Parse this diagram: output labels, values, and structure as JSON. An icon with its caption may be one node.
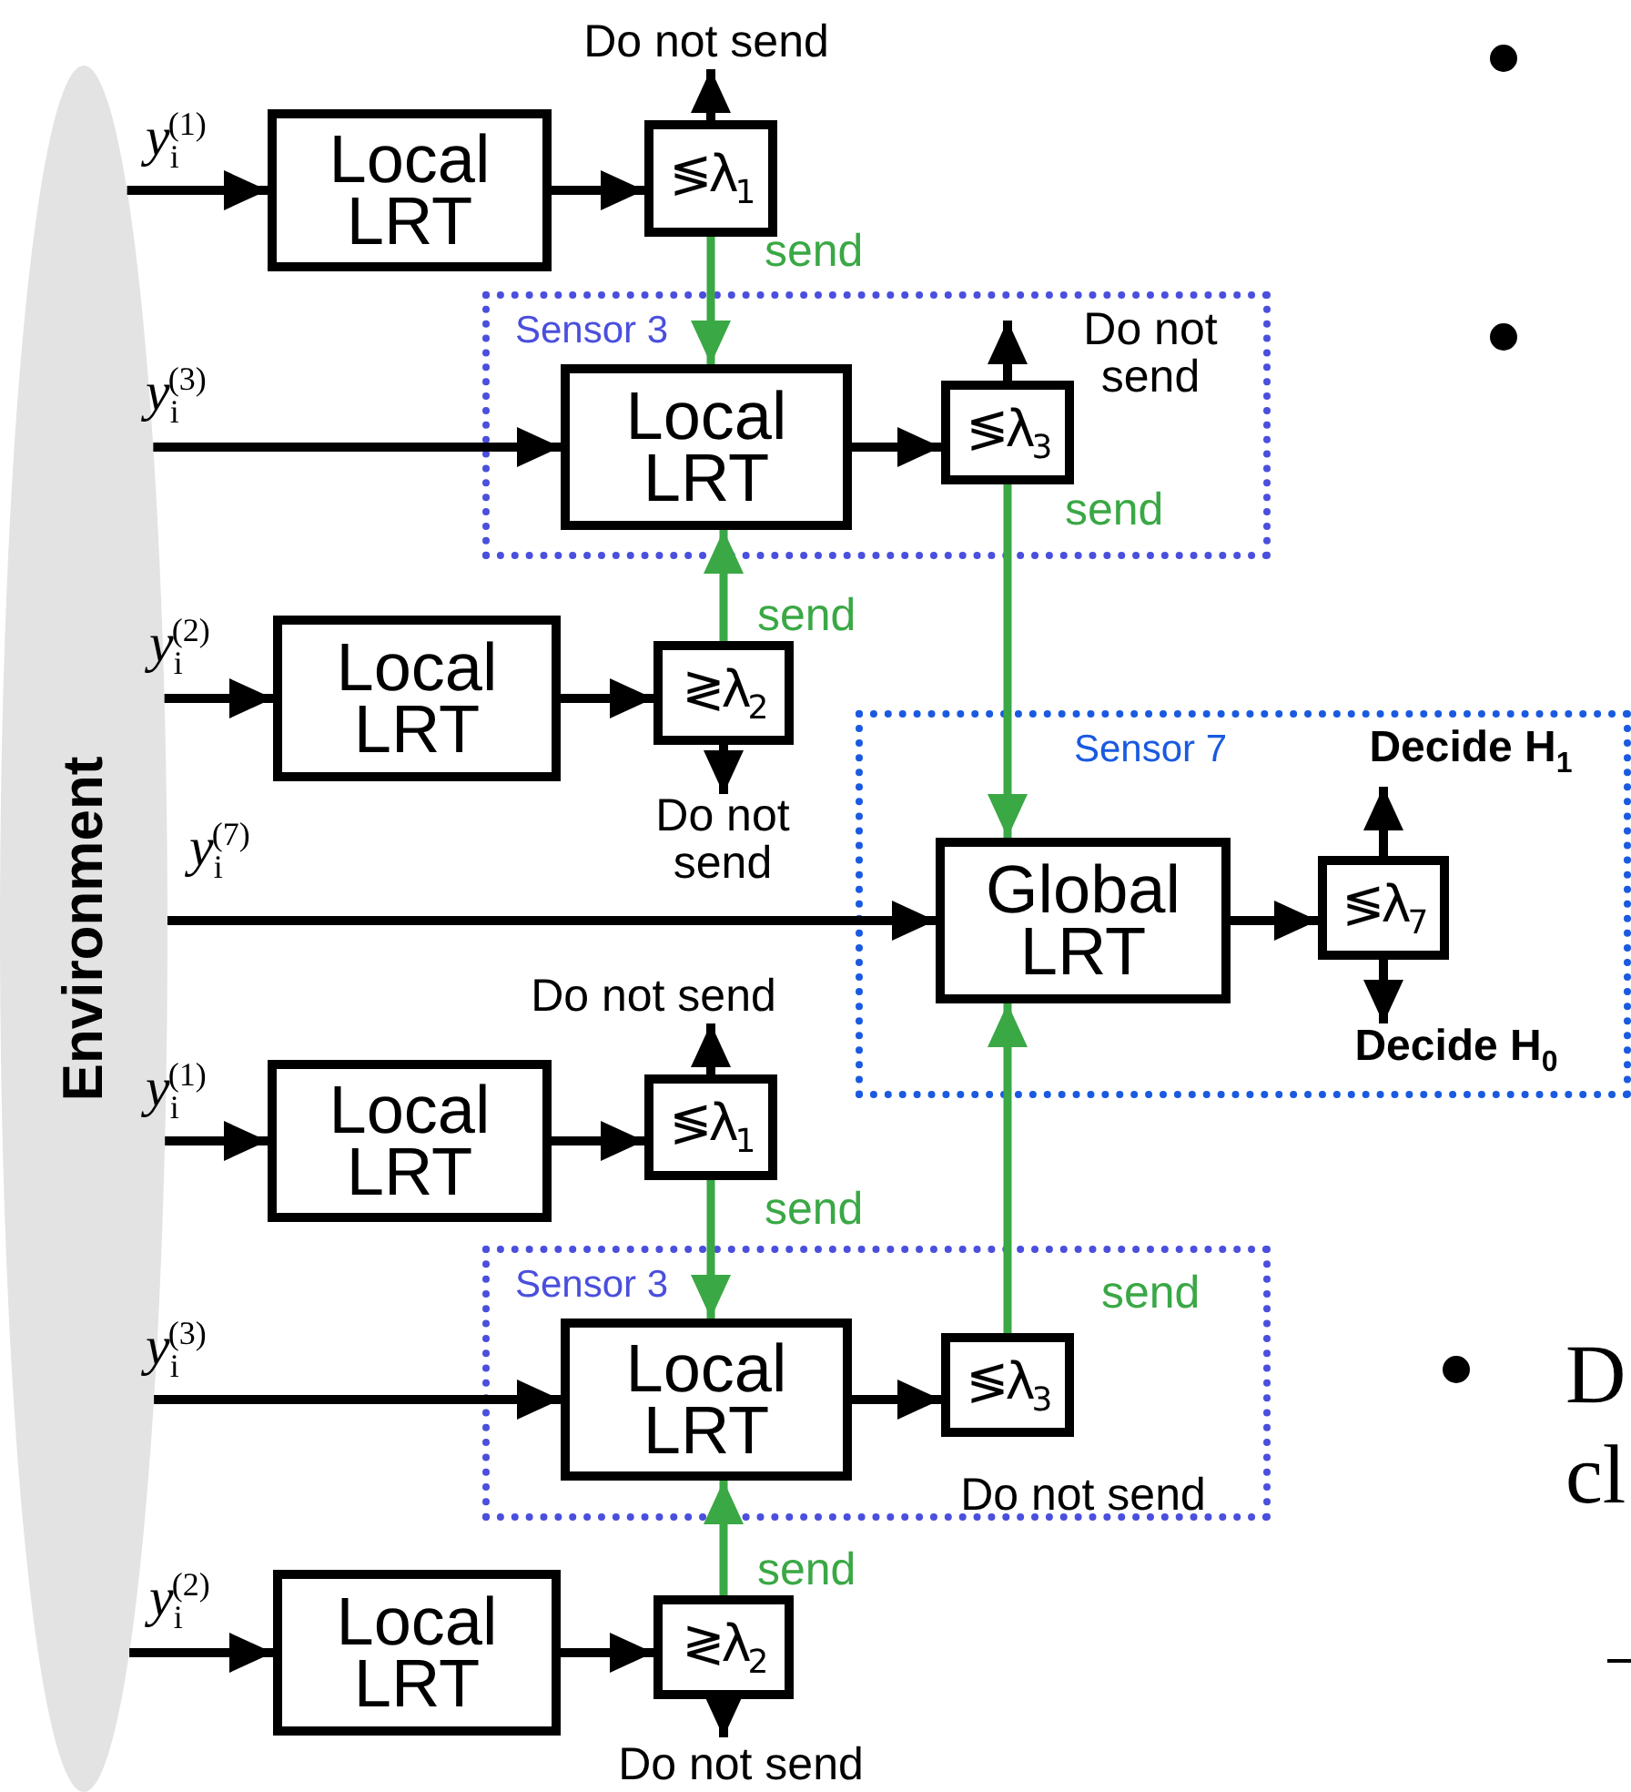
{
  "diagram": {
    "nodes": [
      {
        "text": [
          "Environment"
        ]
      },
      {
        "text": [
          "Local LRT"
        ]
      },
      {
        "text": [
          "≶λ$_{1}$"
        ]
      },
      {
        "text": [
          "Sensor 3"
        ]
      },
      {
        "text": [
          "Local LRT"
        ],
        "in": 3
      },
      {
        "text": [
          "≶λ$_{3}$"
        ],
        "in": 3,
        "beside": [
          "Do not send"
        ]
      },
      {
        "text": [
          "Local LRT"
        ]
      },
      {
        "text": [
          "≷λ$_{2}$"
        ]
      },
      {
        "text": [
          "Sensor 7"
        ]
      },
      {
        "text": [
          "Global LRT"
        ],
        "in": 8
      },
      {
        "text": [
          "≶λ$_{7}$"
        ],
        "in": 8
      },
      {
        "text": [
          "Local LRT"
        ]
      },
      {
        "text": [
          "≶λ$_{1}$"
        ]
      },
      {
        "text": [
          "Sensor 3"
        ]
      },
      {
        "text": [
          "Local LRT"
        ],
        "in": 13
      },
      {
        "text": [
          "≶λ$_{3}$"
        ],
        "in": 13,
        "beside": [
          "Do not send"
        ]
      },
      {
        "text": [
          "Local LRT"
        ]
      },
      {
        "text": [
          "≷λ$_{2}$"
        ]
      },
      {
        "text": [
          "Do not send"
        ]
      },
      {
        "text": [
          "Do not send"
        ]
      },
      {
        "text": [
          "Decide H$_{1}$"
        ],
        "in": 8
      },
      {
        "text": [
          "Decide H$_{0}$"
        ],
        "in": 8
      },
      {
        "text": [
          "Do not send"
        ]
      },
      {
        "text": [
          "Do not send"
        ]
      }
    ],
    "edges": [
      {
        "from": 0,
        "to": 1,
        "arrow": "to",
        "label": "*y*$_{i}$$^{(1)}$"
      },
      {
        "from": 0,
        "to": 4,
        "arrow": "to",
        "label": "*y*$_{i}$$^{(3)}$"
      },
      {
        "from": 0,
        "to": 6,
        "arrow": "to",
        "label": "*y*$_{i}$$^{(2)}$"
      },
      {
        "from": 0,
        "to": 9,
        "arrow": "to",
        "label": "*y*$_{i}$$^{(7)}$"
      },
      {
        "from": 0,
        "to": 11,
        "arrow": "to",
        "label": "*y*$_{i}$$^{(1)}$"
      },
      {
        "from": 0,
        "to": 14,
        "arrow": "to",
        "label": "*y*$_{i}$$^{(3)}$"
      },
      {
        "from": 0,
        "to": 16,
        "arrow": "to",
        "label": "*y*$_{i}$$^{(2)}$"
      },
      {
        "from": 1,
        "to": 2,
        "arrow": "to"
      },
      {
        "from": 4,
        "to": 5,
        "arrow": "to"
      },
      {
        "from": 6,
        "to": 7,
        "arrow": "to"
      },
      {
        "from": 9,
        "to": 10,
        "arrow": "to"
      },
      {
        "from": 11,
        "to": 12,
        "arrow": "to"
      },
      {
        "from": 14,
        "to": 15,
        "arrow": "to"
      },
      {
        "from": 16,
        "to": 17,
        "arrow": "to"
      },
      {
        "from": 2,
        "to": 18,
        "arrow": "to"
      },
      {
        "from": 5,
        "to": null,
        "arrow": "to"
      },
      {
        "from": 7,
        "to": 19,
        "arrow": "to"
      },
      {
        "from": 10,
        "to": 20,
        "arrow": "to"
      },
      {
        "from": 10,
        "to": 21,
        "arrow": "to"
      },
      {
        "from": 12,
        "to": 22,
        "arrow": "to"
      },
      {
        "from": 17,
        "to": 23,
        "arrow": "to"
      },
      {
        "from": 2,
        "to": 4,
        "arrow": "to",
        "label": "send",
        "color": "#3aa845"
      },
      {
        "from": 7,
        "to": 4,
        "arrow": "to",
        "label": "send",
        "color": "#3aa845"
      },
      {
        "from": 5,
        "to": 9,
        "arrow": "to",
        "label": "send",
        "color": "#3aa845"
      },
      {
        "from": 12,
        "to": 14,
        "arrow": "to",
        "label": "send",
        "color": "#3aa845"
      },
      {
        "from": 17,
        "to": 14,
        "arrow": "to",
        "label": "send",
        "color": "#3aa845"
      },
      {
        "from": 15,
        "to": 9,
        "arrow": "to",
        "label": "send",
        "color": "#3aa845"
      }
    ],
    "labels": [
      "D",
      "cl"
    ]
  }
}
